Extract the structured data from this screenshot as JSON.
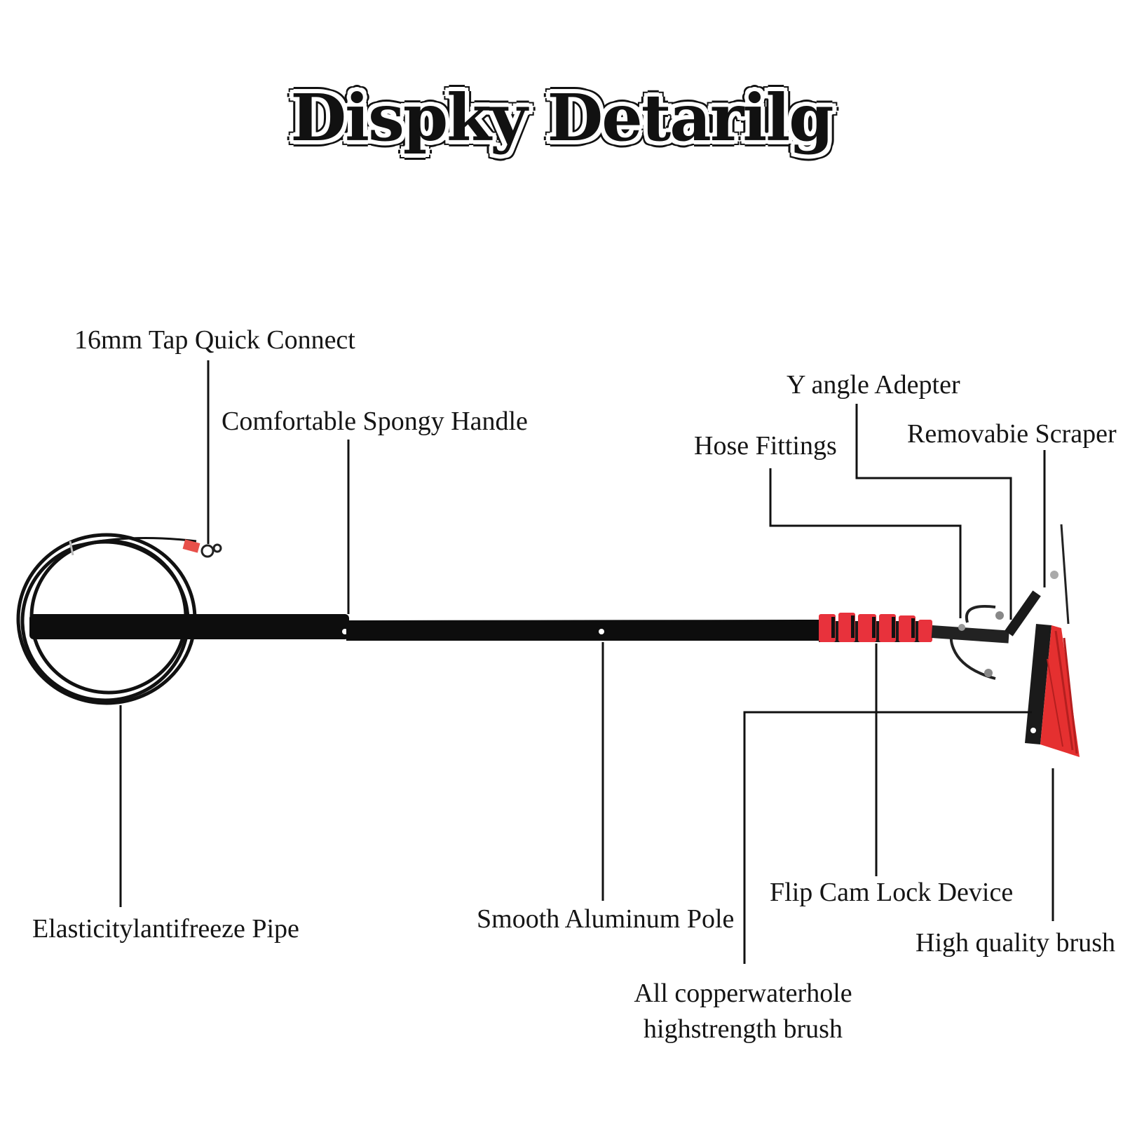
{
  "title": "Dispky Detarilg",
  "labels": {
    "tap_quick_connect": "16mm Tap Quick Connect",
    "spongy_handle": "Comfortable Spongy Handle",
    "y_angle_adapter": "Y angle Adepter",
    "hose_fittings": "Hose Fittings",
    "removable_scraper": "Removabie Scraper",
    "antifreeze_pipe": "Elasticitylantifreeze Pipe",
    "aluminum_pole": "Smooth Aluminum Pole",
    "cam_lock": "Flip Cam Lock Device",
    "quality_brush": "High quality brush",
    "copper_brush_line1": "All copperwaterhole",
    "copper_brush_line2": "highstrength brush"
  },
  "colors": {
    "pole": "#0d0d0d",
    "clamp_red": "#e8323c",
    "bristle_red": "#e53030",
    "text": "#151515"
  }
}
